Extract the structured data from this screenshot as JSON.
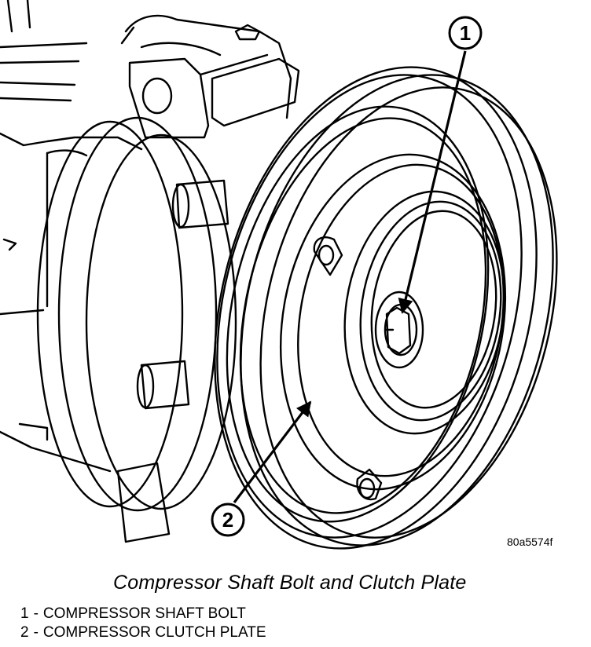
{
  "figure": {
    "code": "80a5574f",
    "callouts": [
      {
        "number": "1"
      },
      {
        "number": "2"
      }
    ]
  },
  "caption": "Compressor Shaft Bolt and Clutch Plate",
  "legend": [
    {
      "number": "1",
      "separator": "-",
      "text": "COMPRESSOR SHAFT BOLT"
    },
    {
      "number": "2",
      "separator": "-",
      "text": "COMPRESSOR CLUTCH PLATE"
    }
  ]
}
